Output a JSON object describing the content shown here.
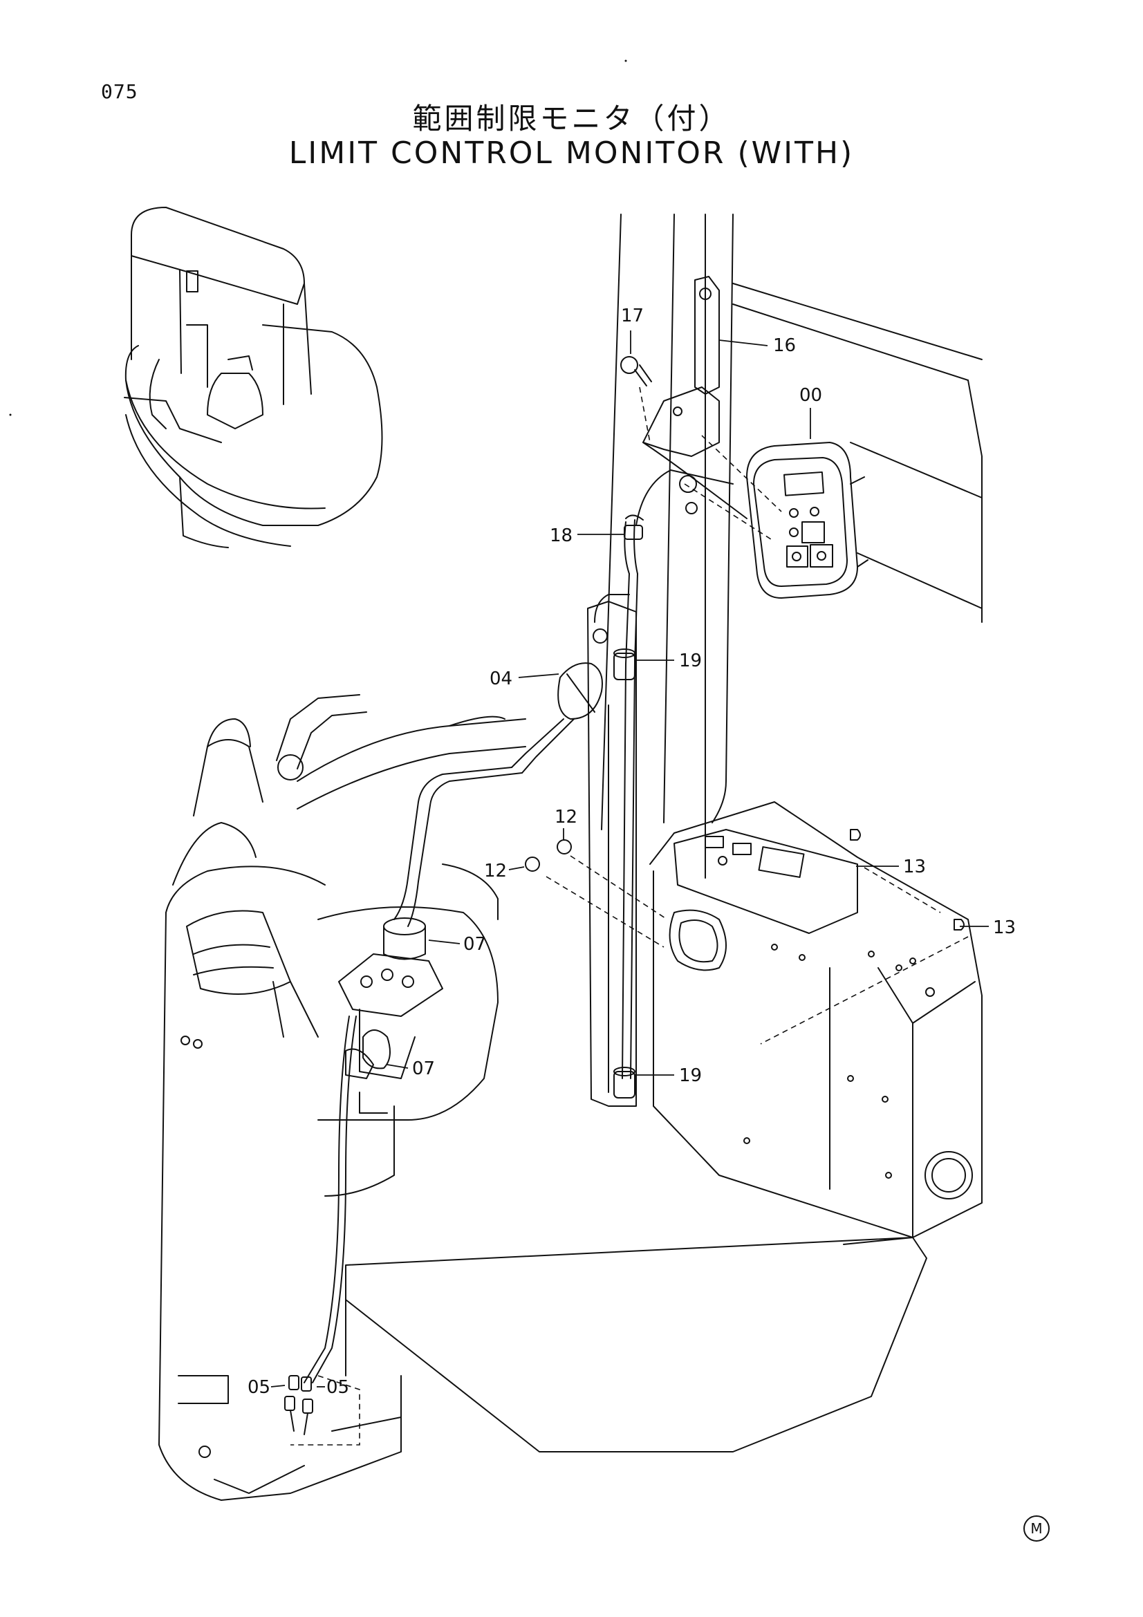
{
  "page_number": "075",
  "title_jp": "範囲制限モニタ（付）",
  "title_en": "LIMIT CONTROL MONITOR (WITH)",
  "callouts": {
    "p17": "17",
    "p16": "16",
    "p00": "00",
    "p18": "18",
    "p19a": "19",
    "p04": "04",
    "p12a": "12",
    "p12b": "12",
    "p13a": "13",
    "p13b": "13",
    "p07a": "07",
    "p07b": "07",
    "p19b": "19",
    "p05a": "05",
    "p05b": "05"
  },
  "maker_mark": "M"
}
